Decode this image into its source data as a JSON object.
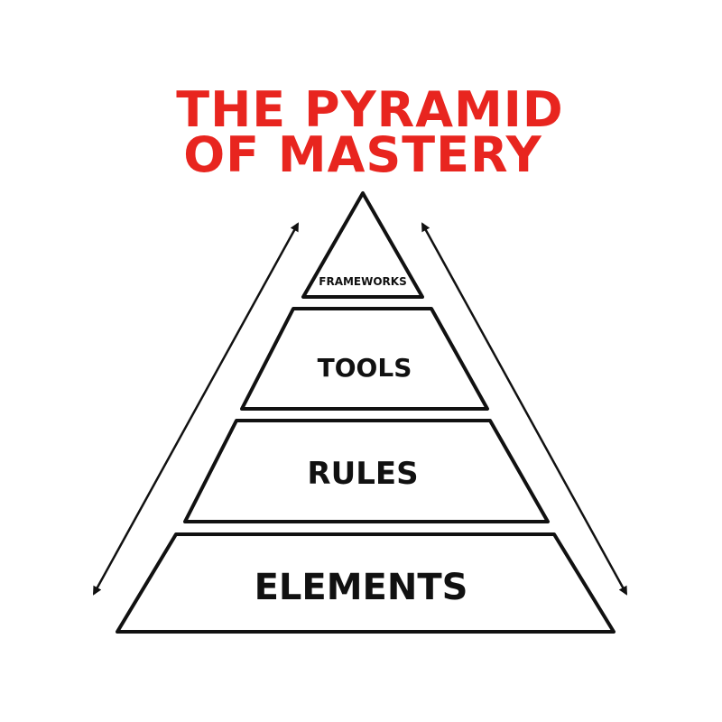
{
  "title": {
    "line1": "THE PYRAMID",
    "line2": "OF MASTERY"
  },
  "tiers": {
    "frameworks": "FRAMEWORKS",
    "tools": "TOOLS",
    "rules": "RULES",
    "elements": "ELEMENTS"
  },
  "colors": {
    "title": "#e8251f",
    "stroke": "#111111",
    "background": "#ffffff"
  },
  "icons": {
    "left_arrow": "double-headed-arrow",
    "right_arrow": "double-headed-arrow"
  }
}
